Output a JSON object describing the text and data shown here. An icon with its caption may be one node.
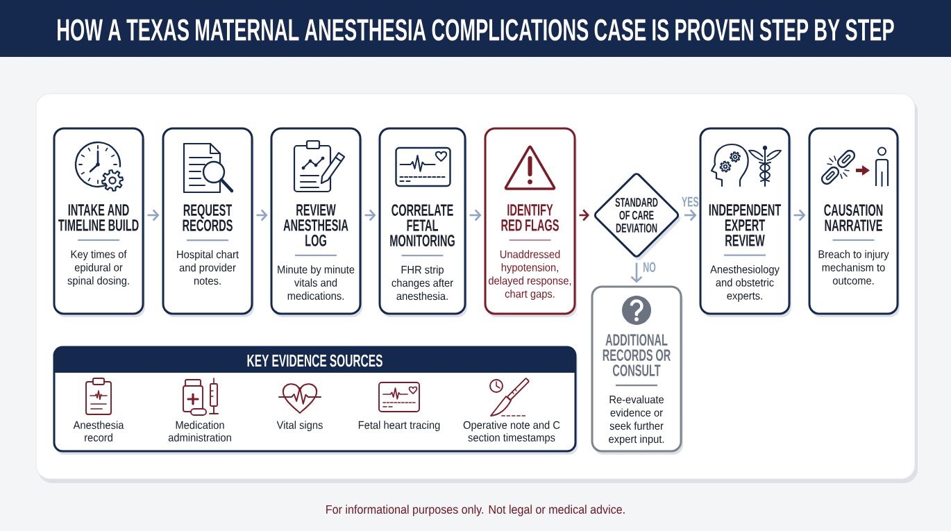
{
  "diagram": {
    "title": "HOW A TEXAS MATERNAL ANESTHESIA COMPLICATIONS CASE IS PROVEN STEP BY STEP",
    "nodes": [
      {
        "text": [
          "INTAKE AND TIMELINE BUILD",
          "Key times of epidural or spinal dosing."
        ]
      },
      {
        "text": [
          "REQUEST RECORDS",
          "Hospital chart and provider notes."
        ]
      },
      {
        "text": [
          "REVIEW ANESTHESIA LOG",
          "Minute by minute vitals and medications."
        ]
      },
      {
        "text": [
          "CORRELATE FETAL MONITORING",
          "FHR strip changes after anesthesia."
        ]
      },
      {
        "text": [
          "IDENTIFY RED FLAGS",
          "Unaddressed hypotension, delayed response, chart gaps."
        ]
      },
      {
        "text": [
          "STANDARD OF CARE DEVIATION"
        ]
      },
      {
        "text": [
          "INDEPENDENT EXPERT REVIEW",
          "Anesthesiology and obstetric experts."
        ]
      },
      {
        "text": [
          "CAUSATION NARRATIVE",
          "Breach to injury mechanism to outcome."
        ]
      },
      {
        "text": [
          "ADDITIONAL RECORDS OR CONSULT",
          "Re-evaluate evidence or seek further expert input."
        ]
      },
      {
        "text": [
          "KEY EVIDENCE SOURCES"
        ]
      }
    ],
    "edges": [
      {
        "from": 0,
        "to": 1,
        "arrow": "to"
      },
      {
        "from": 1,
        "to": 2,
        "arrow": "to"
      },
      {
        "from": 2,
        "to": 3,
        "arrow": "to"
      },
      {
        "from": 3,
        "to": 4,
        "arrow": "to"
      },
      {
        "from": 4,
        "to": 5,
        "arrow": "to",
        "color": "#7b1c26"
      },
      {
        "from": 5,
        "to": 6,
        "arrow": "to",
        "label": "YES"
      },
      {
        "from": 5,
        "to": 8,
        "arrow": "to",
        "label": "NO"
      },
      {
        "from": 6,
        "to": 7,
        "arrow": "to"
      }
    ],
    "labels": [
      "Anesthesia record",
      "Medication administration",
      "Vital signs",
      "Fetal heart tracing",
      "Operative note and C section timestamps",
      "For informational purposes only. Not legal or medical advice."
    ]
  }
}
